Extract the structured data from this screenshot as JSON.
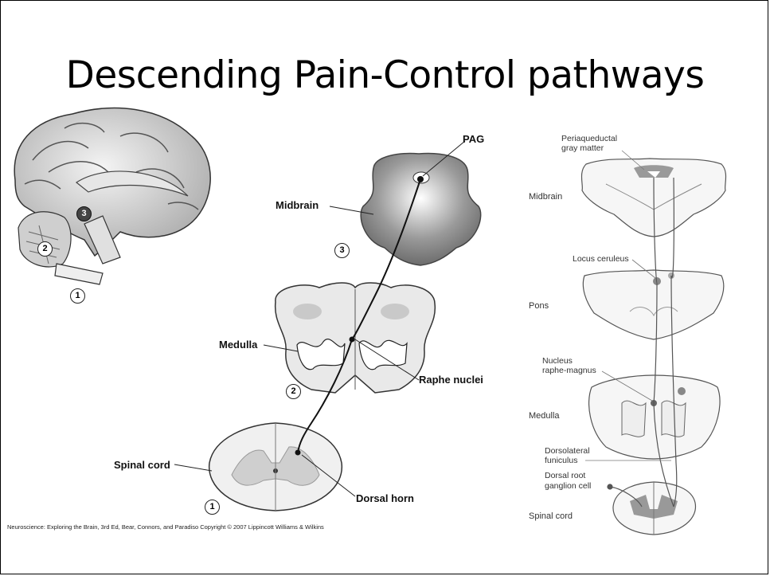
{
  "title": "Descending Pain-Control pathways",
  "brain_markers": [
    "1",
    "2",
    "3"
  ],
  "middle": {
    "pag": "PAG",
    "midbrain": "Midbrain",
    "medulla": "Medulla",
    "raphe_nuclei": "Raphe nuclei",
    "spinal_cord": "Spinal cord",
    "dorsal_horn": "Dorsal horn",
    "marker_3": "3",
    "marker_2": "2",
    "marker_1": "1"
  },
  "right": {
    "periaqueductal": "Periaqueductal",
    "gray_matter": "gray matter",
    "midbrain": "Midbrain",
    "locus_ceruleus": "Locus ceruleus",
    "pons": "Pons",
    "nucleus": "Nucleus",
    "raphe_magnus": "raphe-magnus",
    "medulla": "Medulla",
    "dorsolateral": "Dorsolateral",
    "funiculus": "funiculus",
    "dorsal_root": "Dorsal root",
    "ganglion_cell": "ganglion cell",
    "spinal_cord": "Spinal cord"
  },
  "credit": "Neuroscience: Exploring the Brain, 3rd Ed, Bear, Connors, and Paradiso Copyright © 2007 Lippincott Williams & Wilkins"
}
